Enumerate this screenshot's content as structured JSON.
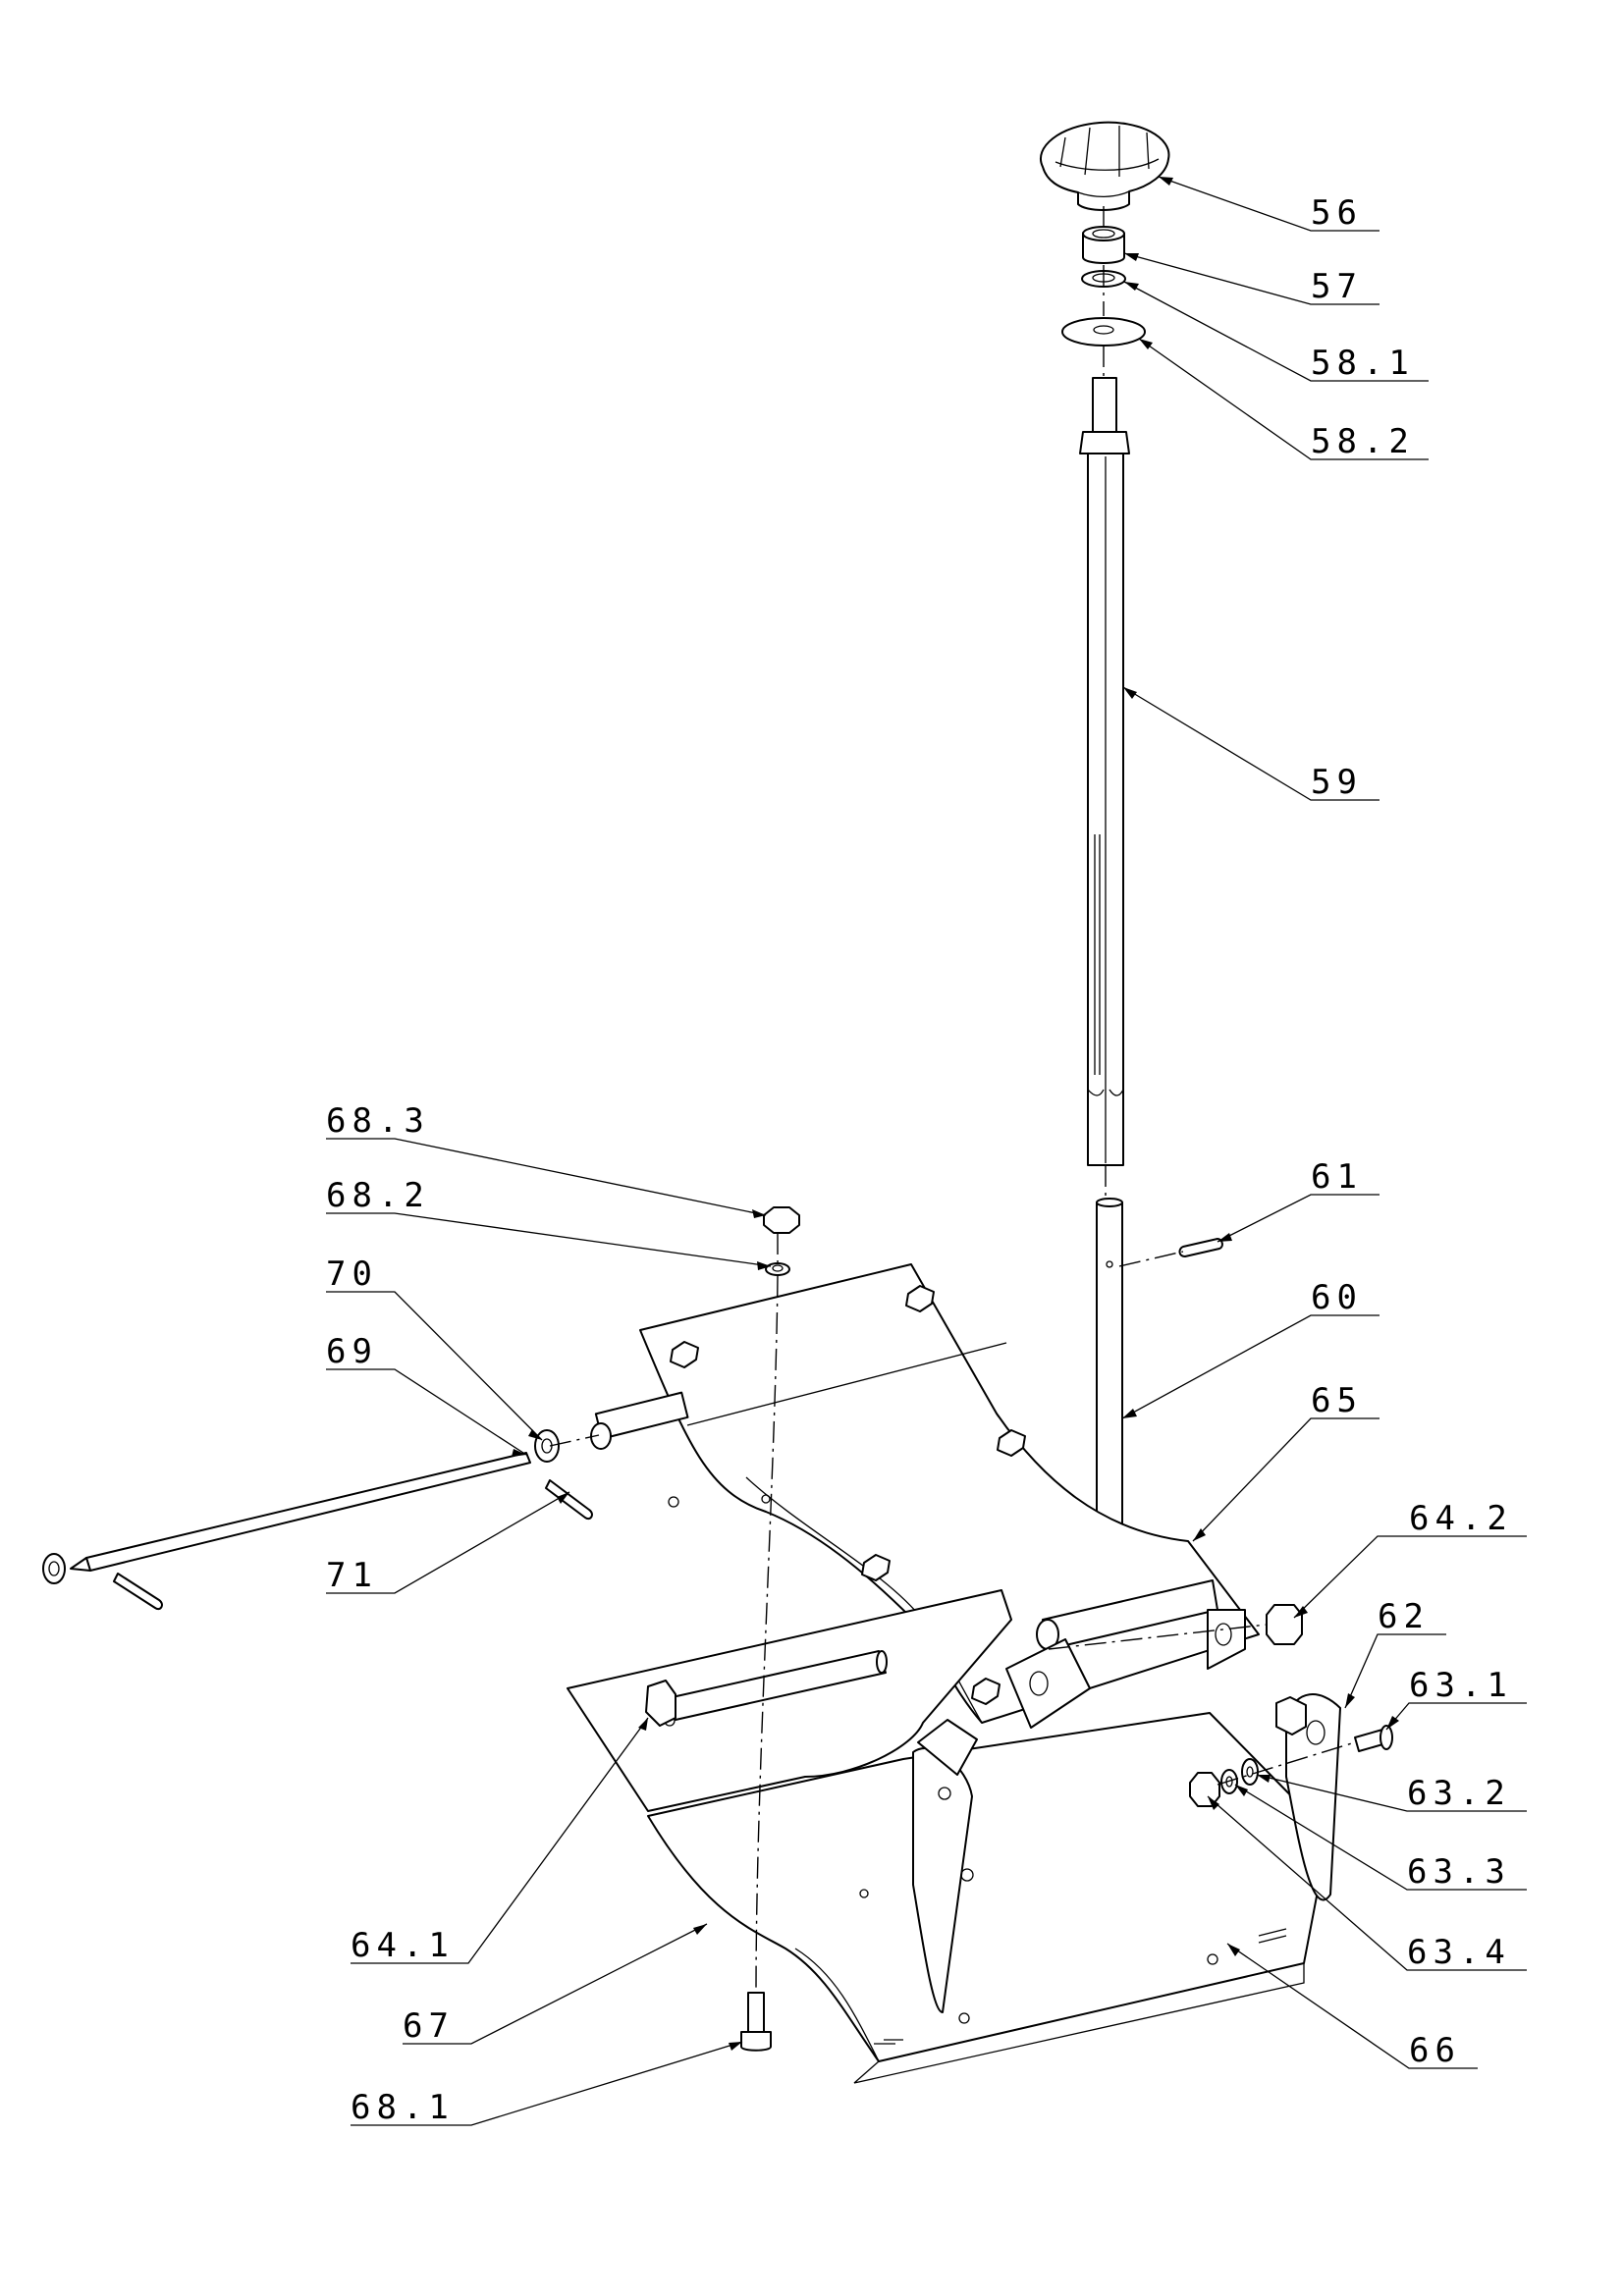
{
  "part_labels": [
    {
      "id": "56",
      "text": "56"
    },
    {
      "id": "57",
      "text": "57"
    },
    {
      "id": "58_1",
      "text": "58.1"
    },
    {
      "id": "58_2",
      "text": "58.2"
    },
    {
      "id": "59",
      "text": "59"
    },
    {
      "id": "61",
      "text": "61"
    },
    {
      "id": "60",
      "text": "60"
    },
    {
      "id": "65",
      "text": "65"
    },
    {
      "id": "64_2",
      "text": "64.2"
    },
    {
      "id": "62",
      "text": "62"
    },
    {
      "id": "63_1",
      "text": "63.1"
    },
    {
      "id": "63_2",
      "text": "63.2"
    },
    {
      "id": "63_3",
      "text": "63.3"
    },
    {
      "id": "63_4",
      "text": "63.4"
    },
    {
      "id": "66",
      "text": "66"
    },
    {
      "id": "68_3",
      "text": "68.3"
    },
    {
      "id": "68_2",
      "text": "68.2"
    },
    {
      "id": "70",
      "text": "70"
    },
    {
      "id": "69",
      "text": "69"
    },
    {
      "id": "71",
      "text": "71"
    },
    {
      "id": "64_1",
      "text": "64.1"
    },
    {
      "id": "67",
      "text": "67"
    },
    {
      "id": "68_1",
      "text": "68.1"
    }
  ]
}
